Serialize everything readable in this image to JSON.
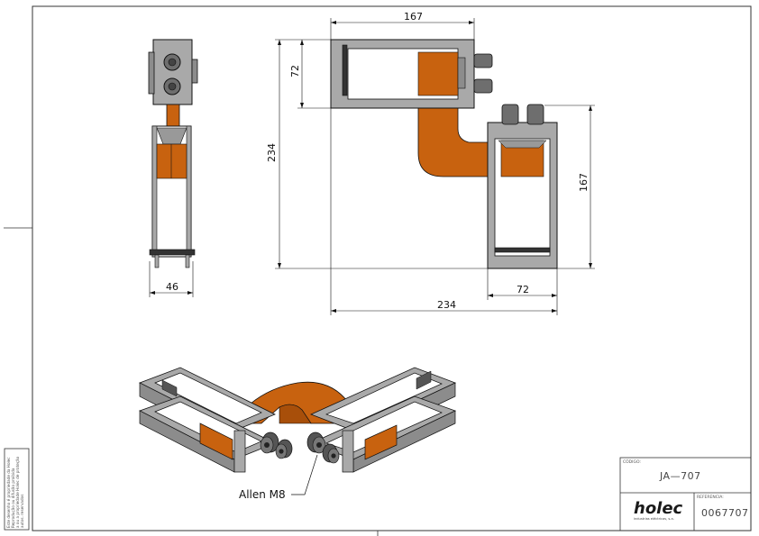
{
  "dimensions": {
    "side_width": "46",
    "top_height": "72",
    "total_height": "234",
    "top_width": "167",
    "right_height": "167",
    "bottom_width": "72",
    "total_width": "234"
  },
  "callout": {
    "allen_label": "Allen M8"
  },
  "title_block": {
    "code_label": "CÓDIGO:",
    "code_value": "JA—707",
    "reference_label": "REFERENCIA:",
    "reference_value": "0067707",
    "brand": "holec",
    "tagline": "industrias eléctricas, s.a."
  },
  "side_notice": [
    "Este desenho é propriedade da Holec",
    "Reprodução ou difusão proibida",
    "a ou a propriedade Holec de proteção",
    "autos. reservados"
  ],
  "colors": {
    "copper": "#c8620f",
    "copper_dark": "#a84f0a",
    "steel": "#a9a9a9",
    "steel_dark": "#6e6e6e",
    "line": "#111111"
  }
}
